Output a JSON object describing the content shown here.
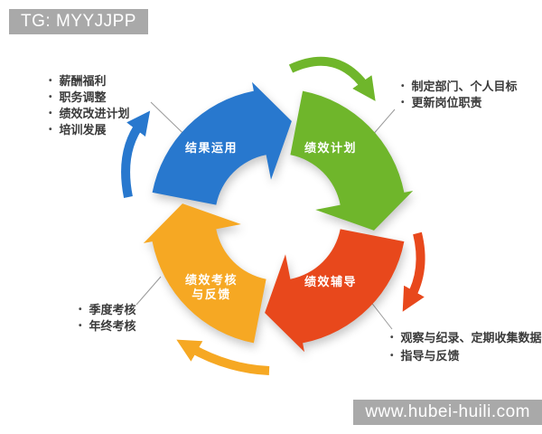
{
  "watermarks": {
    "top": "TG: MYYJJPP",
    "bottom": "www.hubei-huili.com"
  },
  "cycle": {
    "direction": "clockwise",
    "segments": [
      {
        "label": "结果运用",
        "color": "#2878CE",
        "position": "top-left"
      },
      {
        "label": "绩效计划",
        "color": "#6FB62B",
        "position": "top-right"
      },
      {
        "label": "绩效辅导",
        "color": "#E8481C",
        "position": "bottom-right"
      },
      {
        "label": "绩效考核与反馈",
        "label_line1": "绩效考核",
        "label_line2": "与反馈",
        "color": "#F6A823",
        "position": "bottom-left"
      }
    ]
  },
  "notes": {
    "bullet": "•",
    "top_left": {
      "items": [
        "薪酬福利",
        "职务调整",
        "绩效改进计划",
        "培训发展"
      ]
    },
    "top_right": {
      "items": [
        "制定部门、个人目标",
        "更新岗位职责"
      ]
    },
    "bottom_right": {
      "items": [
        "观察与纪录、定期收集数据",
        "指导与反馈"
      ]
    },
    "bottom_left": {
      "items": [
        "季度考核",
        "年终考核"
      ]
    }
  },
  "colors": {
    "badge_bg": "#A9A9A9",
    "badge_text": "#FFFFFF",
    "connector": "#999999"
  }
}
